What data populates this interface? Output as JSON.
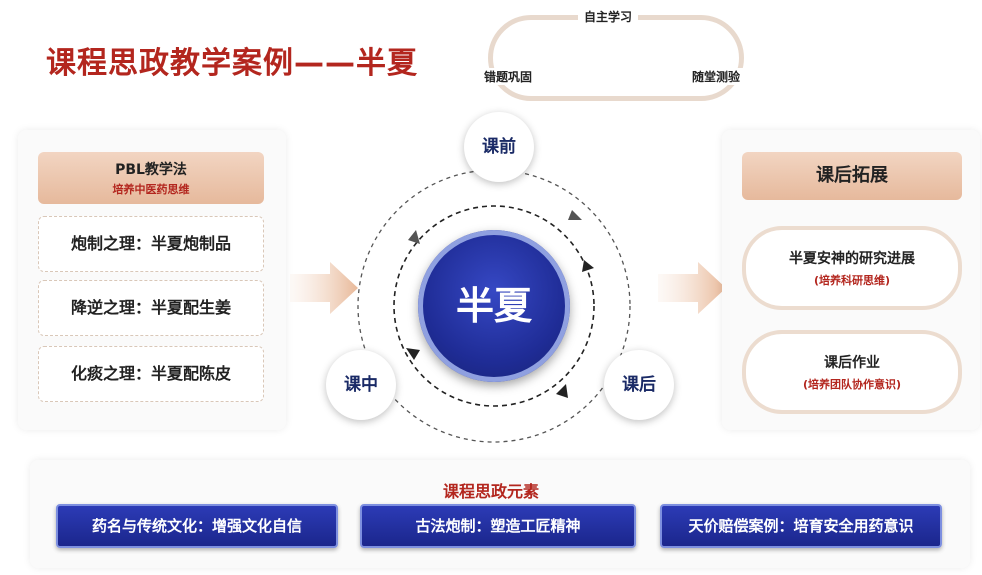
{
  "title": "课程思政教学案例——半夏",
  "self_study": {
    "label": "自主学习",
    "left": "错题巩固",
    "right": "随堂测验"
  },
  "left_panel": {
    "method": "PBL教学法",
    "subtitle": "培养中医药思维",
    "items": [
      "炮制之理：半夏炮制品",
      "降逆之理：半夏配生姜",
      "化痰之理：半夏配陈皮"
    ]
  },
  "center": {
    "core": "半夏",
    "stages": [
      "课前",
      "课中",
      "课后"
    ]
  },
  "right_panel": {
    "title": "课后拓展",
    "items": [
      {
        "main": "半夏安神的研究进展",
        "sub": "(培养科研思维)"
      },
      {
        "main": "课后作业",
        "sub": "(培养团队协作意识)"
      }
    ]
  },
  "elements": {
    "title": "课程思政元素",
    "items": [
      "药名与传统文化：增强文化自信",
      "古法炮制：塑造工匠精神",
      "天价赔偿案例：培育安全用药意识"
    ]
  },
  "colors": {
    "accent_red": "#b3261e",
    "navy": "#1f2c96",
    "peach": "#e6b99c"
  }
}
